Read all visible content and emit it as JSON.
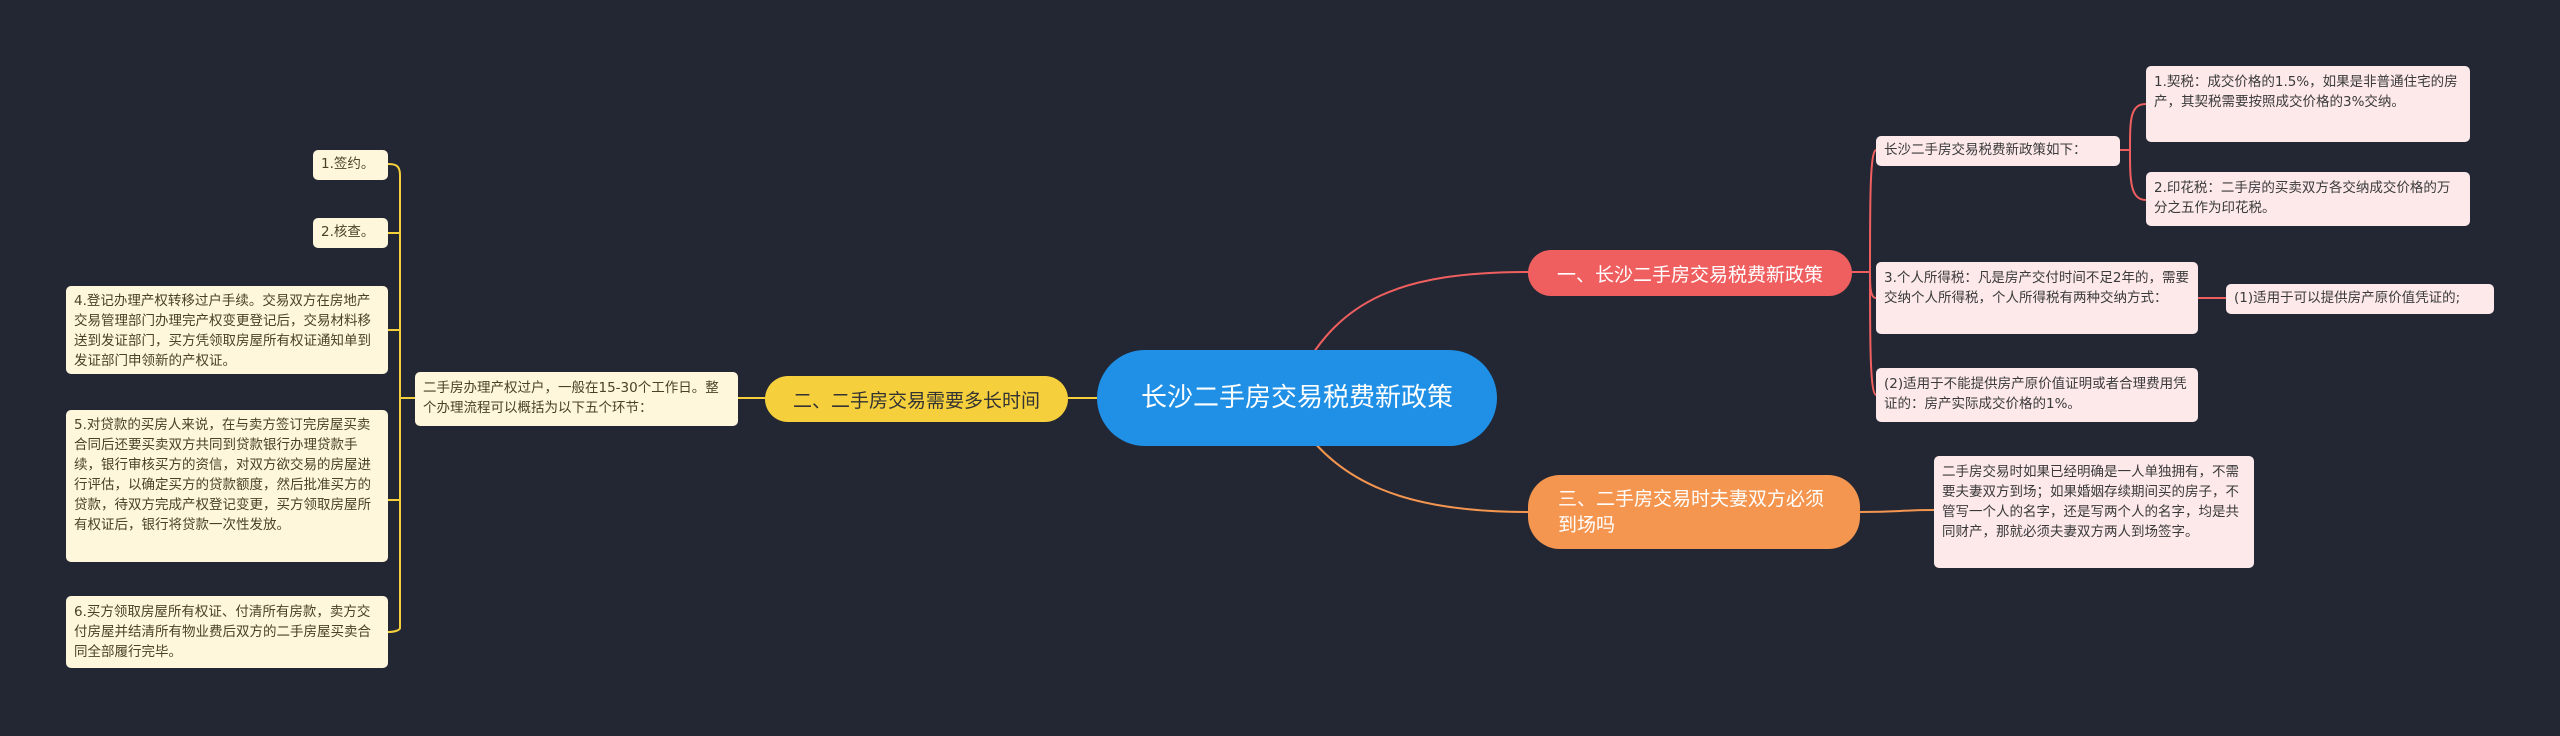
{
  "colors": {
    "background": "#232733",
    "root": "#1f90e6",
    "branch1": "#f05f5f",
    "branch2": "#f6cf3d",
    "branch3": "#f49650",
    "leaf_pink": "#fde9ea",
    "leaf_yellow": "#fff7dc"
  },
  "root": {
    "text": "长沙二手房交易税费新政策"
  },
  "branch1": {
    "title": "一、长沙二手房交易税费新政策",
    "intro": "长沙二手房交易税费新政策如下：",
    "deed_tax": "1.契税：成交价格的1.5%，如果是非普通住宅的房产，其契税需要按照成交价格的3%交纳。",
    "stamp_tax": "2.印花税：二手房的买卖双方各交纳成交价格的万分之五作为印花税。",
    "income_tax": "3.个人所得税：凡是房产交付时间不足2年的，需要交纳个人所得税，个人所得税有两种交纳方式：",
    "income_tax_opt1": "(1)适用于可以提供房产原价值凭证的;",
    "income_tax_opt2": "(2)适用于不能提供房产原价值证明或者合理费用凭证的：房产实际成交价格的1%。"
  },
  "branch2": {
    "title": "二、二手房交易需要多长时间",
    "summary": "二手房办理产权过户，一般在15-30个工作日。整个办理流程可以概括为以下五个环节：",
    "steps": [
      "1.签约。",
      "2.核查。",
      "4.登记办理产权转移过户手续。交易双方在房地产交易管理部门办理完产权变更登记后，交易材料移送到发证部门，买方凭领取房屋所有权证通知单到发证部门申领新的产权证。",
      "5.对贷款的买房人来说，在与卖方签订完房屋买卖合同后还要买卖双方共同到贷款银行办理贷款手续，银行审核买方的资信，对双方欲交易的房屋进行评估，以确定买方的贷款额度，然后批准买方的贷款，待双方完成产权登记变更，买方领取房屋所有权证后，银行将贷款一次性发放。",
      "6.买方领取房屋所有权证、付清所有房款，卖方交付房屋并结清所有物业费后双方的二手房屋买卖合同全部履行完毕。"
    ]
  },
  "branch3": {
    "title": "三、二手房交易时夫妻双方必须到场吗",
    "detail": "二手房交易时如果已经明确是一人单独拥有，不需要夫妻双方到场；如果婚姻存续期间买的房子，不管写一个人的名字，还是写两个人的名字，均是共同财产，那就必须夫妻双方两人到场签字。"
  }
}
